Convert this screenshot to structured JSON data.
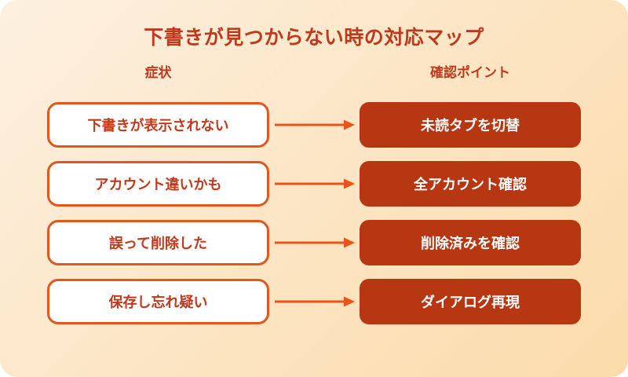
{
  "title": "下書きが見つからない時の対応マップ",
  "columns": {
    "left": "症状",
    "right": "確認ポイント"
  },
  "rows": [
    {
      "symptom": "下書きが表示されない",
      "check": "未読タブを切替"
    },
    {
      "symptom": "アカウント違いかも",
      "check": "全アカウント確認"
    },
    {
      "symptom": "誤って削除した",
      "check": "削除済みを確認"
    },
    {
      "symptom": "保存し忘れ疑い",
      "check": "ダイアログ再現"
    }
  ],
  "icons": [
    "arrow-right-icon",
    "arrow-right-icon",
    "arrow-right-icon",
    "arrow-right-icon"
  ],
  "colors": {
    "page_bg": "#ffffff",
    "bg_start": "#fdf0e0",
    "bg_end": "#fbdbaa",
    "text_red": "#bf3a1d",
    "accent_border": "#e2571c",
    "arrow": "#e95517",
    "symptom_bg": "#ffffff",
    "check_bg": "#b63712",
    "check_text": "#ffffff"
  }
}
